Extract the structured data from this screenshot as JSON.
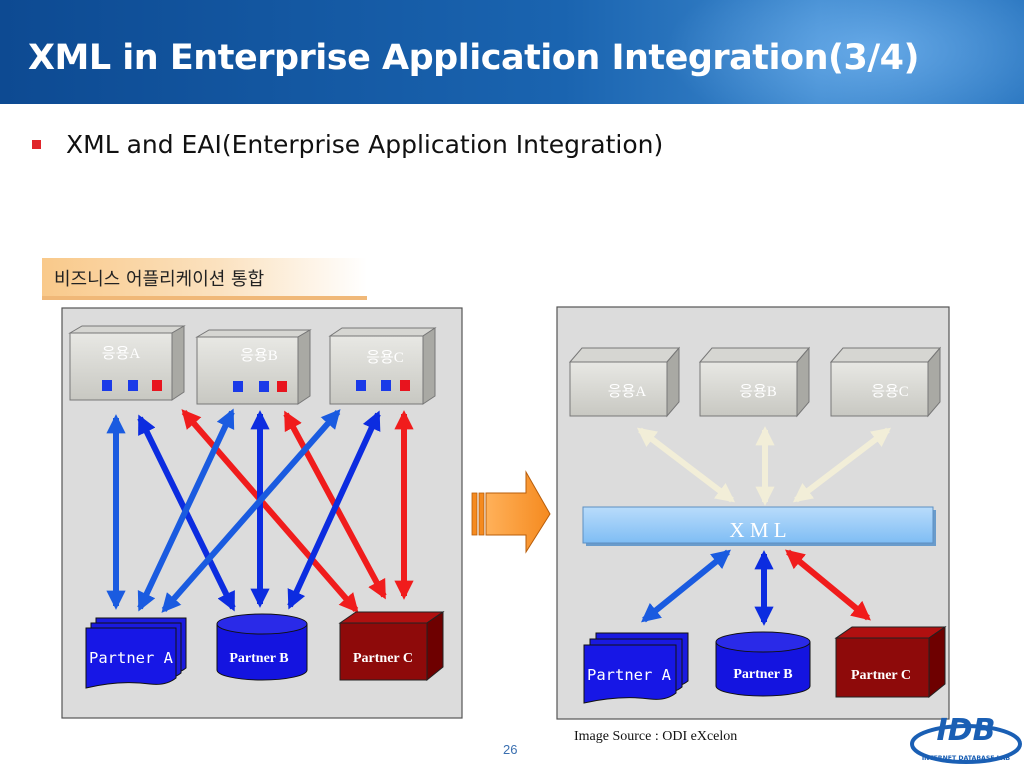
{
  "slide": {
    "title": "XML in Enterprise Application Integration(3/4)",
    "bullet": "XML and EAI(Enterprise Application Integration)",
    "page_number": "26",
    "image_source": "Image Source :  ODI  eXcelon"
  },
  "left_diagram": {
    "label": "비즈니스 어플리케이션 통합",
    "apps": [
      {
        "name": "app-a",
        "label": "응용A"
      },
      {
        "name": "app-b",
        "label": "응용B"
      },
      {
        "name": "app-c",
        "label": "응용C"
      }
    ],
    "partners": [
      {
        "name": "partner-a",
        "label": "Partner A"
      },
      {
        "name": "partner-b",
        "label": "Partner B"
      },
      {
        "name": "partner-c",
        "label": "Partner C"
      }
    ]
  },
  "right_diagram": {
    "apps": [
      {
        "name": "app-a",
        "label": "응용A"
      },
      {
        "name": "app-b",
        "label": "응용B"
      },
      {
        "name": "app-c",
        "label": "응용C"
      }
    ],
    "hub_label": "X M L",
    "partners": [
      {
        "name": "partner-a",
        "label": "Partner A"
      },
      {
        "name": "partner-b",
        "label": "Partner B"
      },
      {
        "name": "partner-c",
        "label": "Partner C"
      }
    ]
  },
  "logo": {
    "text": "IDB",
    "subtext": "INTERNET DATABASE LAB"
  },
  "colors": {
    "blue_link": "#1a5be0",
    "red_link": "#f01c1c",
    "dark_blue_link": "#0c2ce0",
    "cream_link": "#f2eed8",
    "xml_bar": "#8ec7f8"
  }
}
